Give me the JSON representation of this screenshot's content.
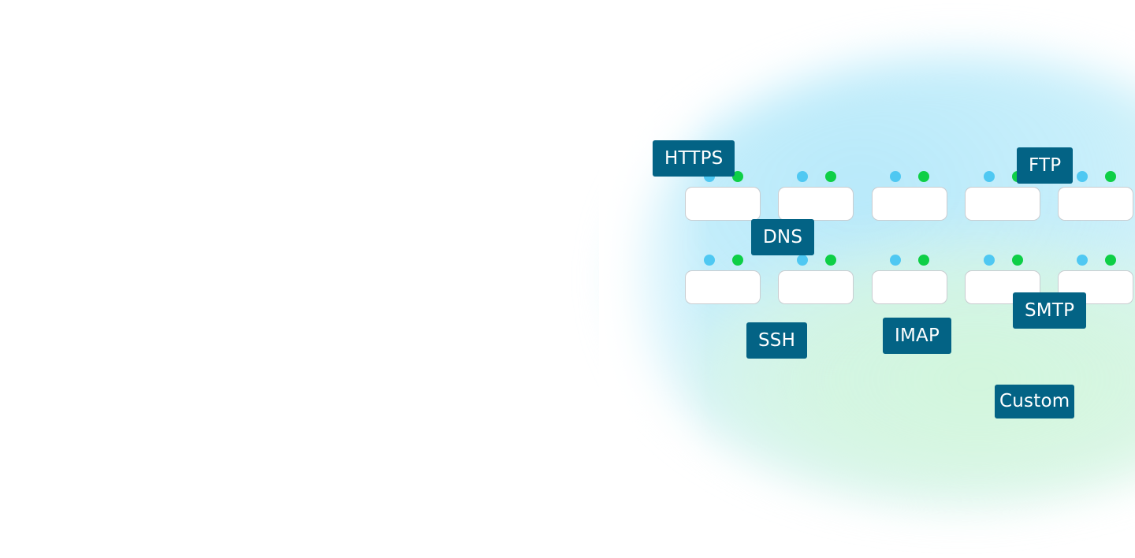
{
  "diagram": {
    "colors": {
      "tag_background": "#036385",
      "tag_text": "#ffffff",
      "dot_input": "#4fc8f2",
      "dot_output": "#0ecf46",
      "node_border": "#c9ccd0",
      "glow_blue": "#c9eefb",
      "glow_green": "#d6f6de"
    },
    "grid": {
      "rows": 2,
      "columns": 5
    },
    "protocol_tags": [
      {
        "id": "https",
        "label": "HTTPS"
      },
      {
        "id": "ftp",
        "label": "FTP"
      },
      {
        "id": "dns",
        "label": "DNS"
      },
      {
        "id": "smtp",
        "label": "SMTP"
      },
      {
        "id": "ssh",
        "label": "SSH"
      },
      {
        "id": "imap",
        "label": "IMAP"
      },
      {
        "id": "custom",
        "label": "Custom"
      }
    ]
  }
}
